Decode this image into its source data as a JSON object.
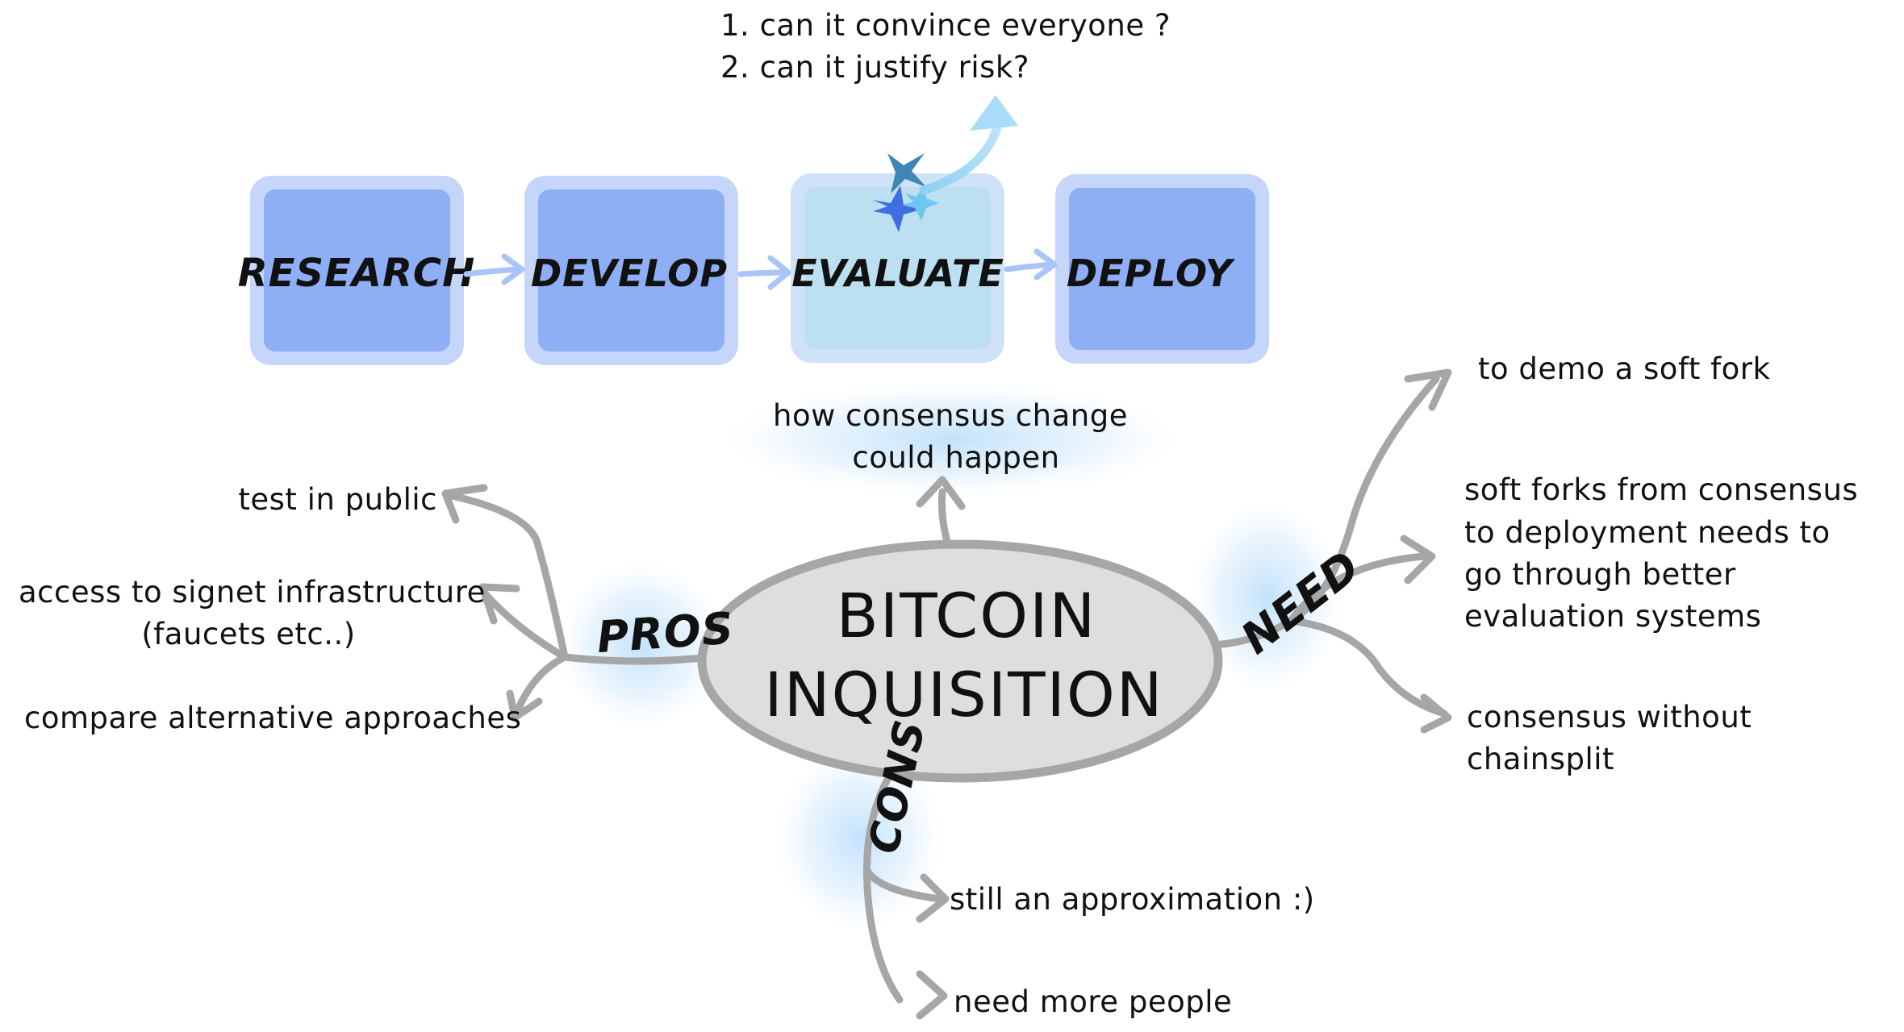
{
  "questions": {
    "q1": "1.  can  it  convince  everyone  ?",
    "q2": "2.  can  it  justify  risk?"
  },
  "process": {
    "steps": [
      "RESEARCH",
      "DEVELOP",
      "EVALUATE",
      "DEPLOY"
    ],
    "highlighted_step": "EVALUATE"
  },
  "center": {
    "line1": "BITCOIN",
    "line2": "INQUISITION"
  },
  "top_branch": {
    "line1": "how  consensus  change",
    "line2": "could  happen"
  },
  "pros": {
    "label": "PROS",
    "items": {
      "test_public": "test  in  public",
      "signet_line1": "access  to  signet  infrastructure",
      "signet_line2": "(faucets  etc..)",
      "compare": "compare  alternative  approaches"
    }
  },
  "need": {
    "label": "NEED",
    "items": {
      "demo": "to  demo  a  soft  fork",
      "eval_line1": "soft  forks  from  consensus",
      "eval_line2": "to  deployment  needs  to",
      "eval_line3": "go  through  better",
      "eval_line4": "evaluation  systems",
      "chain_line1": "consensus  without",
      "chain_line2": "chainsplit"
    }
  },
  "cons": {
    "label": "CONS",
    "items": {
      "approx": "still  an  approximation  :)",
      "people": "need  more  people"
    }
  },
  "colors": {
    "box_fill": "#8eaef6",
    "box_border": "#c6d6fa",
    "evaluate_fill": "#bde0f0",
    "branch_grey": "#a6a6a6",
    "center_fill": "#dedede",
    "glow_blue": "#bfe0fb"
  }
}
